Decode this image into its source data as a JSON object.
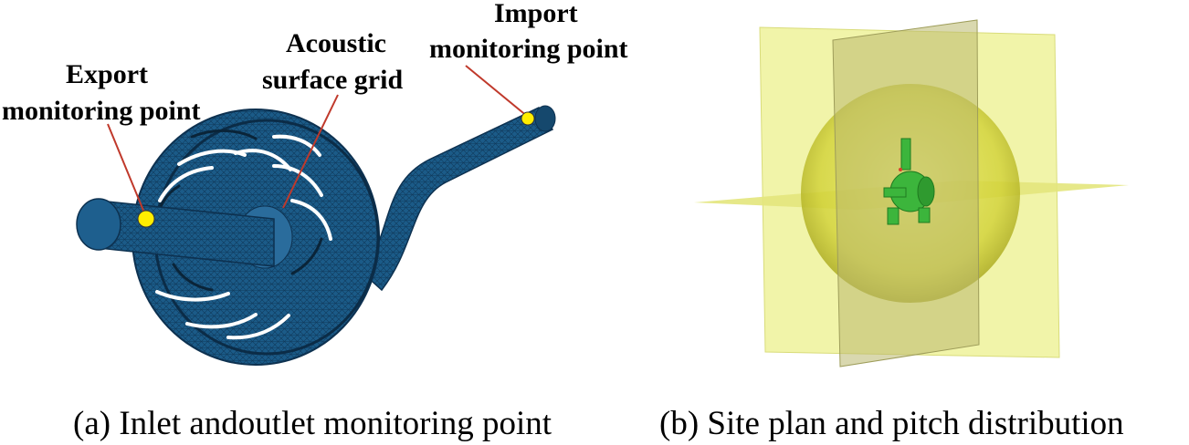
{
  "panel_a": {
    "labels": {
      "export_line1": "Export",
      "export_line2": "monitoring point",
      "acoustic_line1": "Acoustic",
      "acoustic_line2": "surface grid",
      "import_line1": "Import",
      "import_line2": "monitoring point"
    },
    "caption": "(a) Inlet andoutlet monitoring point",
    "colors": {
      "mesh": "#1a5a86",
      "mesh_dark": "#0d3150",
      "marker": "#ffee00",
      "leader": "#c0392b"
    }
  },
  "panel_b": {
    "caption": "(b) Site plan and pitch distribution",
    "colors": {
      "plane": "#eef29a",
      "plane_dark": "#b9b86e",
      "sphere": "#d9d83a",
      "pump": "#3cb53c"
    }
  }
}
